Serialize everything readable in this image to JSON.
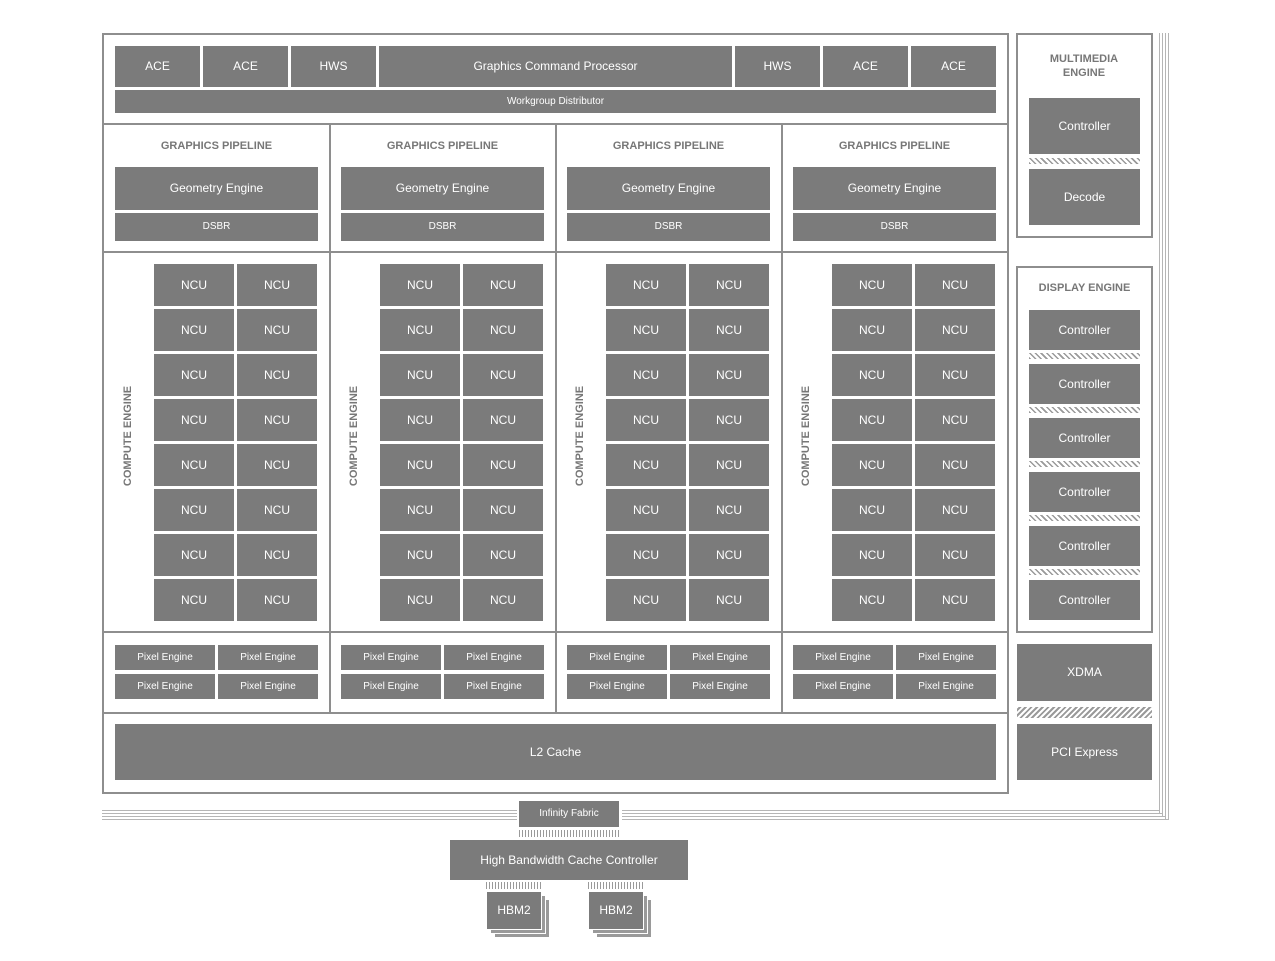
{
  "command": {
    "left_units": [
      "ACE",
      "ACE",
      "HWS"
    ],
    "processor": "Graphics Command Processor",
    "right_units": [
      "HWS",
      "ACE",
      "ACE"
    ],
    "distributor": "Workgroup Distributor"
  },
  "pipelines": [
    {
      "title": "GRAPHICS PIPELINE",
      "geometry": "Geometry Engine",
      "dsbr": "DSBR",
      "compute_title": "COMPUTE ENGINE",
      "ncu_label": "NCU",
      "pixel_engines": [
        "Pixel Engine",
        "Pixel Engine",
        "Pixel Engine",
        "Pixel Engine"
      ]
    },
    {
      "title": "GRAPHICS PIPELINE",
      "geometry": "Geometry Engine",
      "dsbr": "DSBR",
      "compute_title": "COMPUTE ENGINE",
      "ncu_label": "NCU",
      "pixel_engines": [
        "Pixel Engine",
        "Pixel Engine",
        "Pixel Engine",
        "Pixel Engine"
      ]
    },
    {
      "title": "GRAPHICS PIPELINE",
      "geometry": "Geometry Engine",
      "dsbr": "DSBR",
      "compute_title": "COMPUTE ENGINE",
      "ncu_label": "NCU",
      "pixel_engines": [
        "Pixel Engine",
        "Pixel Engine",
        "Pixel Engine",
        "Pixel Engine"
      ]
    },
    {
      "title": "GRAPHICS PIPELINE",
      "geometry": "Geometry Engine",
      "dsbr": "DSBR",
      "compute_title": "COMPUTE ENGINE",
      "ncu_label": "NCU",
      "pixel_engines": [
        "Pixel Engine",
        "Pixel Engine",
        "Pixel Engine",
        "Pixel Engine"
      ]
    }
  ],
  "l2_cache": "L2 Cache",
  "multimedia": {
    "title": "MULTIMEDIA ENGINE",
    "units": [
      "Controller",
      "Decode"
    ]
  },
  "display": {
    "title": "DISPLAY ENGINE",
    "controllers": [
      "Controller",
      "Controller",
      "Controller",
      "Controller",
      "Controller",
      "Controller"
    ]
  },
  "xdma": "XDMA",
  "pci_express": "PCI Express",
  "infinity_fabric": "Infinity Fabric",
  "hbcc": "High Bandwidth Cache Controller",
  "memory": [
    "HBM2",
    "HBM2"
  ]
}
